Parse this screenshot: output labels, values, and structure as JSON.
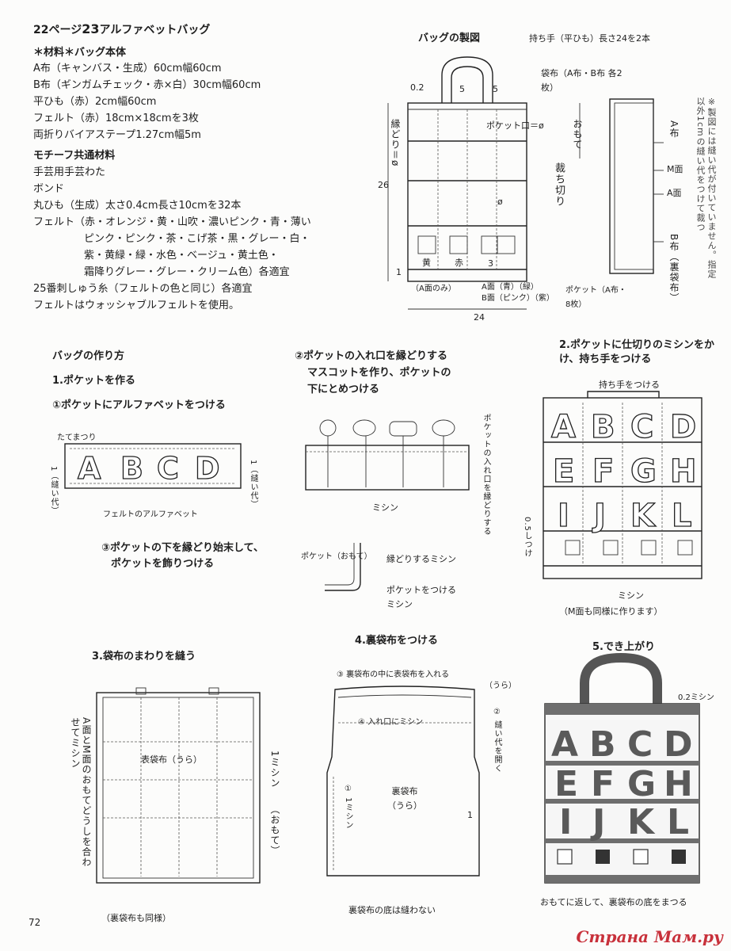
{
  "header": {
    "page_ref": "22ページ",
    "item_no": "23",
    "title": "アルファベットバッグ"
  },
  "materials": {
    "heading": "＊材料＊バッグ本体",
    "items": [
      "A布（キャンバス・生成）60cm幅60cm",
      "B布（ギンガムチェック・赤×白）30cm幅60cm",
      "平ひも（赤）2cm幅60cm",
      "フェルト（赤）18cm×18cmを3枚",
      "両折りバイアステープ1.27cm幅5m"
    ],
    "motif_heading": "モチーフ共通材料",
    "motif_items": [
      "手芸用手芸わた",
      "ボンド",
      "丸ひも（生成）太さ0.4cm長さ10cmを32本",
      "フェルト（赤・オレンジ・黄・山吹・濃いピンク・青・薄い",
      "ピンク・ピンク・茶・こげ茶・黒・グレー・白・",
      "紫・黄緑・緑・水色・ベージュ・黄土色・",
      "霜降りグレー・グレー・クリーム色）各適宜",
      "25番刺しゅう糸（フェルトの色と同じ）各適宜",
      "フェルトはウォッシャブルフェルトを使用。"
    ]
  },
  "pattern": {
    "title": "バッグの製図",
    "handle_label": "持ち手（平ひも）長さ24を2本",
    "body_label": "袋布（A布・B布 各2枚）",
    "dim_02": "0.2",
    "dim_5a": "5",
    "dim_5b": "5",
    "pocket_label": "ポケット口＝ø",
    "omote_label": "おもて",
    "cut_label": "裁ち切り",
    "binding_label": "縁どり＝ø",
    "height_dim": "26",
    "width_dim": "24",
    "dim_1": "1",
    "dim_3": "3",
    "null_label": "ø",
    "yellow_label": "黄",
    "red_label": "赤",
    "a_only": "（A面のみ）",
    "a_b_faces": "A面（青）（緑）",
    "b_faces": "B面（ピンク）（紫）",
    "pocket_cloth": "ポケット（A布・8枚）",
    "side_a1": "A布",
    "side_m": "M面",
    "side_a2": "A面",
    "side_b": "B布（裏袋布）",
    "note": "※製図には縫い代が付いていません。指定以外1cmの縫い代をつけて裁つ"
  },
  "howto": {
    "title": "バッグの作り方",
    "step1": "1.ポケットを作る",
    "step1_1": "①ポケットにアルファベットをつける",
    "tate": "たてまつり",
    "seam_allow": "1（縫い代）",
    "felt_alpha": "フェルトのアルファベット",
    "step1_3a": "③ポケットの下を縁どり始末して、",
    "step1_3b": "ポケットを飾りつける",
    "step1_2a": "②ポケットの入れ口を縁どりする",
    "step1_2b": "マスコットを作り、ポケットの",
    "step1_2c": "下にとめつける",
    "pocket_mouth": "ポケットの入れ口を縁どりする",
    "mishin": "ミシン",
    "pocket_omote": "ポケット（おもて）",
    "binding_mishin": "縁どりするミシン",
    "attach_mishin": "ポケットをつけるミシン",
    "step2a": "2.ポケットに仕切りのミシンをかけ、持ち手をつける",
    "handle_attach": "持ち手をつける",
    "shitsuke": "0.5しつけ",
    "m_same": "（M面も同様に作ります）",
    "step3": "3.袋布のまわりを縫う",
    "step3_side": "A面とM面のおもてどうしを合わせてミシン",
    "outer_cloth": "表袋布（うら）",
    "mishin_1": "1ミシン",
    "omote_paren": "（おもて）",
    "lining_same": "（裏袋布も同様）",
    "step4": "4.裏袋布をつける",
    "step4_3": "③ 裏袋布の中に表袋布を入れる",
    "ura": "（うら）",
    "step4_4": "④ 入れ口にミシン",
    "step4_2": "② 縫い代を開く",
    "step4_1": "① 1ミシン",
    "lining_label": "裏袋布（うら）",
    "no_sew": "裏袋布の底は縫わない",
    "step5": "5.でき上がり",
    "mishin_02": "0.2ミシン",
    "finish_note": "おもてに返して、裏袋布の底をまつる"
  },
  "letters": [
    "A",
    "B",
    "C",
    "D",
    "E",
    "F",
    "G",
    "H",
    "I",
    "J",
    "K",
    "L"
  ],
  "pocket_letters": [
    "A",
    "B",
    "C",
    "D"
  ],
  "page_number": "72",
  "watermark": "Страна Мам.ру"
}
